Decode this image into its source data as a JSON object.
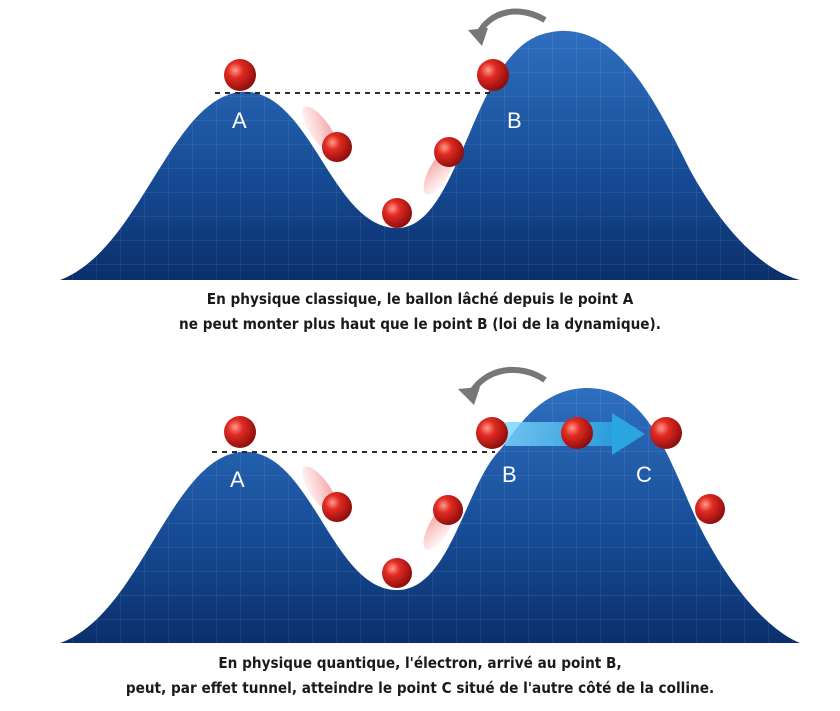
{
  "panels": [
    {
      "caption_line1": "En physique classique, le ballon lâché depuis le point A",
      "caption_line2": "ne peut monter plus haut que le point B (loi de la dynamique).",
      "labels": {
        "a": "A",
        "b": "B"
      }
    },
    {
      "caption_line1": "En physique quantique, l'électron, arrivé au point B,",
      "caption_line2": "peut, par effet tunnel, atteindre le point C situé de l'autre côté de la colline.",
      "labels": {
        "a": "A",
        "b": "B",
        "c": "C"
      }
    }
  ],
  "colors": {
    "hill_dark": "#0b2f6b",
    "hill_light": "#2f6fc0",
    "ball": "#d01e1e",
    "arrow": "#2aa5e0"
  }
}
